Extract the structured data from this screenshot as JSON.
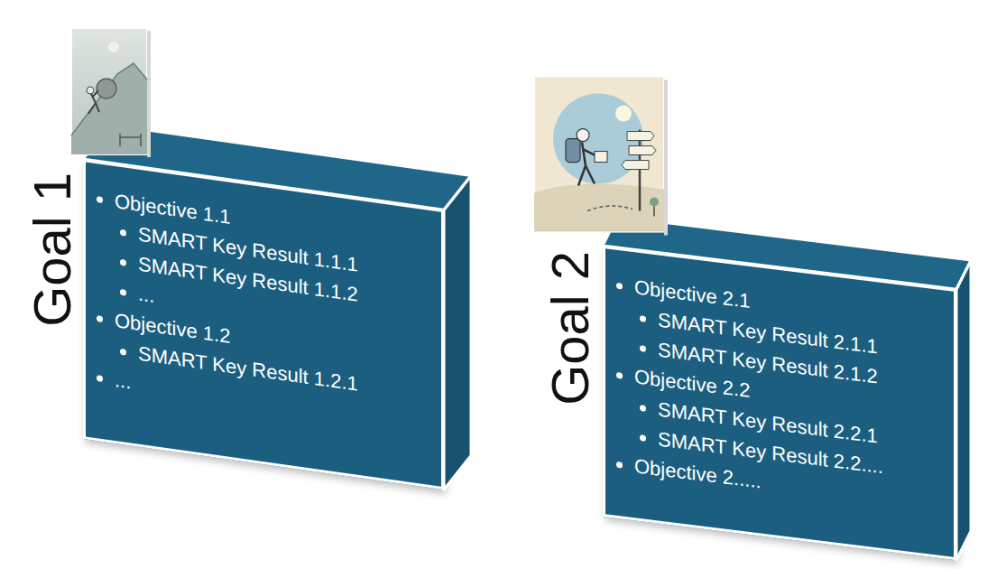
{
  "diagram": {
    "nodes": [
      {
        "text": [
          "Goal 1",
          "Objective 1.1",
          "SMART Key Result 1.1.1",
          "SMART Key Result 1.1.2",
          "...",
          "Objective 1.2",
          "SMART Key Result 1.2.1",
          "..."
        ]
      },
      {
        "text": [
          "Goal 2",
          "Objective 2.1",
          "SMART Key Result 2.1.1",
          "SMART Key Result 2.1.2",
          "Objective 2.2",
          "SMART Key Result 2.2.1",
          "SMART Key Result 2.2....",
          "Objective 2....."
        ]
      }
    ]
  }
}
